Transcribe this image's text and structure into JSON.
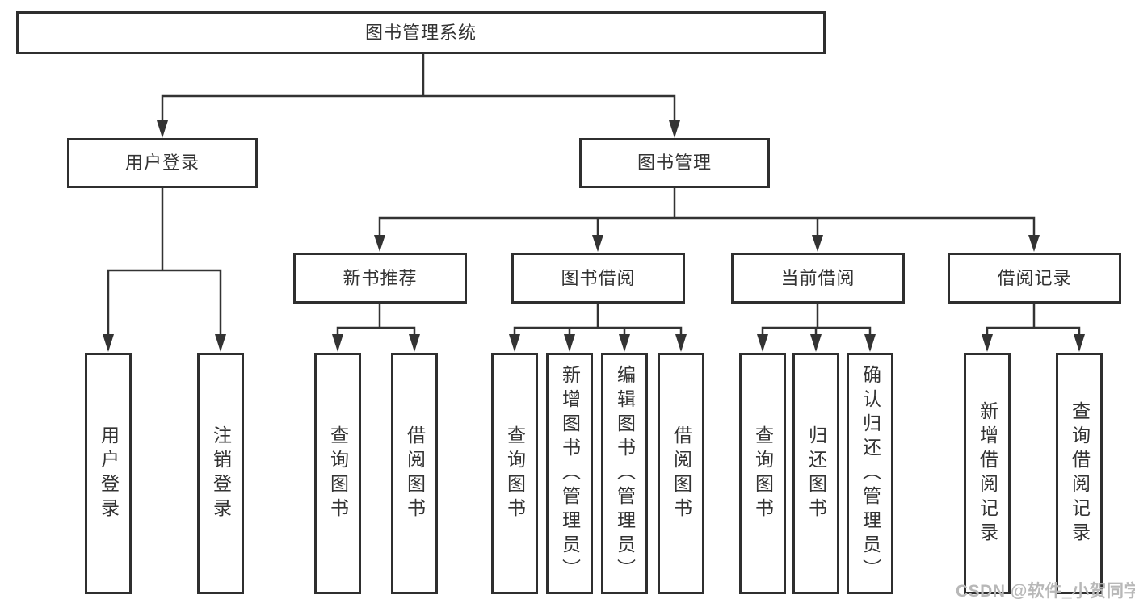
{
  "root": {
    "label": "图书管理系统"
  },
  "level2": [
    {
      "label": "用户登录"
    },
    {
      "label": "图书管理"
    }
  ],
  "level3": [
    {
      "label": "新书推荐"
    },
    {
      "label": "图书借阅"
    },
    {
      "label": "当前借阅"
    },
    {
      "label": "借阅记录"
    }
  ],
  "leaves": {
    "user_login": [
      "用户登录",
      "注销登录"
    ],
    "new_book_recommend": [
      "查询图书",
      "借阅图书"
    ],
    "book_borrow": [
      "查询图书",
      "新增图书（管理员）",
      "编辑图书（管理员）",
      "借阅图书"
    ],
    "current_borrow": [
      "查询图书",
      "归还图书",
      "确认归还（管理员）"
    ],
    "borrow_record": [
      "新增借阅记录",
      "查询借阅记录"
    ]
  },
  "watermark": {
    "text": "CSDN @软件_小贺同学"
  },
  "colors": {
    "line": "#333333",
    "border": "#2f2f2f",
    "text": "#333333",
    "background": "#ffffff",
    "watermark": "#b8b8b8"
  }
}
